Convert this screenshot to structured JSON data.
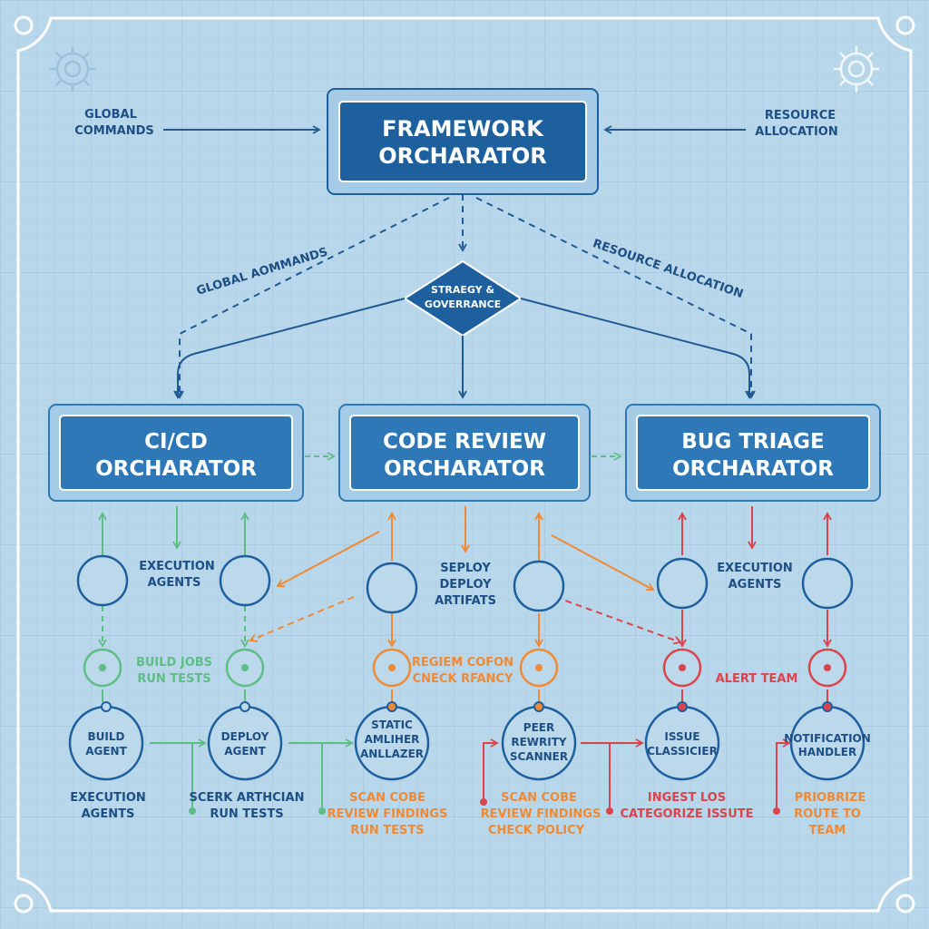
{
  "colors": {
    "background": "#b9d7ea",
    "grid": "#a9cbe2",
    "frame": "#ffffff",
    "box_fill": "#1e5f9e",
    "orch_fill": "#2f78b7",
    "line_blue": "#1f5a93",
    "green": "#5ebd86",
    "orange": "#ee8a35",
    "red": "#d9444d"
  },
  "top": {
    "title_line1": "FRAMEWORK",
    "title_line2": "ORCHARATOR",
    "left_label_line1": "GLOBAL",
    "left_label_line2": "COMMANDS",
    "right_label_line1": "RESOURCE",
    "right_label_line2": "ALLOCATION",
    "diag_left": "GLOBAL AOMMANDS",
    "diag_right": "RESOURCE ALLOCATION"
  },
  "diamond": {
    "line1": "STRAEGY &",
    "line2": "GOVERRANCE"
  },
  "orchestrators": {
    "cicd": {
      "line1": "CI/CD",
      "line2": "ORCHARATOR"
    },
    "code_review": {
      "line1": "CODE REVIEW",
      "line2": "ORCHARATOR"
    },
    "bug_triage": {
      "line1": "BUG TRIAGE",
      "line2": "ORCHARATOR"
    }
  },
  "mid_labels": {
    "exec_left_line1": "EXECUTION",
    "exec_left_line2": "AGENTS",
    "deploy_line1": "SEPLOY",
    "deploy_line2": "DEPLOY",
    "deploy_line3": "ARTIFATS",
    "exec_right_line1": "EXECUTION",
    "exec_right_line2": "AGENTS"
  },
  "node_labels": {
    "build_jobs_line1": "BUILD JOBS",
    "build_jobs_line2": "RUN TESTS",
    "region_line1": "REGIEM COFON",
    "region_line2": "CNECK RFANCY",
    "alert_team": "ALERT TEAM"
  },
  "agents": {
    "build": {
      "line1": "BUILD",
      "line2": "AGENT"
    },
    "deploy": {
      "line1": "DEPLOY",
      "line2": "AGENT"
    },
    "static": {
      "line1": "STATIC",
      "line2": "AMLIHER",
      "line3": "ANLLAZER"
    },
    "peer": {
      "line1": "PEER",
      "line2": "REWRITY",
      "line3": "SCANNER"
    },
    "issue": {
      "line1": "ISSUE",
      "line2": "CLASSICIER"
    },
    "notification": {
      "line1": "NOTIFICATION",
      "line2": "HANDLER"
    }
  },
  "bottom_labels": {
    "exec_line1": "EXECUTION",
    "exec_line2": "AGENTS",
    "scerk_line1": "SCERK ARTHCIAN",
    "scerk_line2": "RUN TESTS",
    "scan_orange_line1": "SCAN COBE",
    "scan_orange_line2": "REVIEW FINDINGS",
    "scan_orange_line3": "RUN TESTS",
    "scan_red_line1": "SCAN COBE",
    "scan_red_line2": "REVIEW FINDINGS",
    "scan_red_line3": "CHECK POLICY",
    "ingest_line1": "INGEST LOS",
    "ingest_line2": "CATEGORIZE ISSUTE",
    "prio_line1": "PRIOBRIZE",
    "prio_line2": "ROUTE TO",
    "prio_line3": "TEAM"
  },
  "icons": [
    "gear-icon-left",
    "gear-icon-right"
  ]
}
